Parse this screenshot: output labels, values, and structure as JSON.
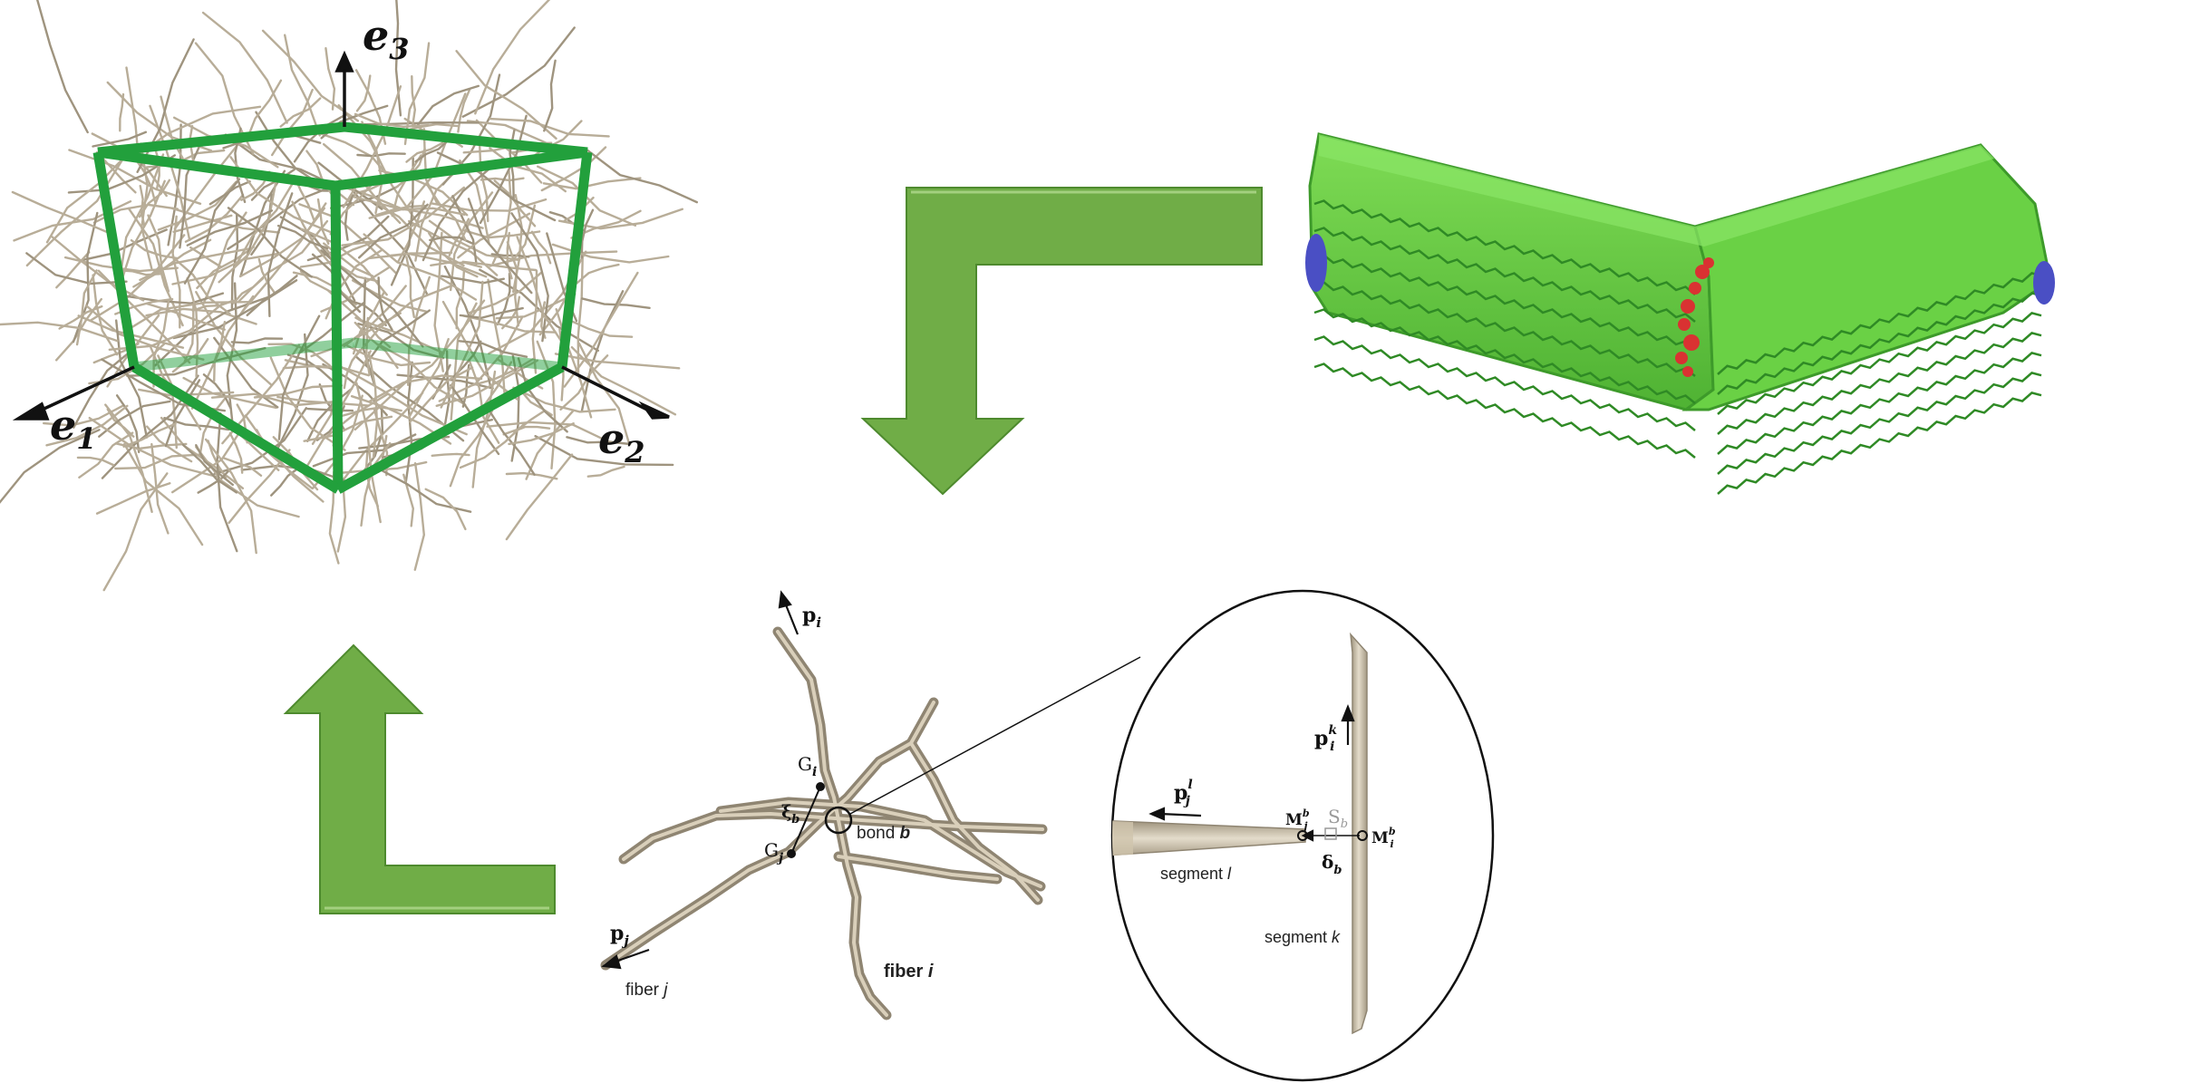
{
  "axes": {
    "e1": {
      "base": "e",
      "sub": "1"
    },
    "e2": {
      "base": "e",
      "sub": "2"
    },
    "e3": {
      "base": "e",
      "sub": "3"
    }
  },
  "bond_labels": {
    "p_i": {
      "base": "p",
      "sub": "i"
    },
    "G_i": {
      "base": "G",
      "sub": "i"
    },
    "xi_b": {
      "base": "ξ",
      "sub": "b"
    },
    "G_j": {
      "base": "G",
      "sub": "j"
    },
    "bond_b": {
      "text": "bond ",
      "em": "b"
    },
    "p_j": {
      "base": "p",
      "sub": "j"
    },
    "fiber_j": {
      "text": "fiber ",
      "em": "j"
    },
    "fiber_i": {
      "text": "fiber ",
      "em": "i"
    }
  },
  "zoom_labels": {
    "p_i_k": {
      "base": "p",
      "sub": "i",
      "sup": "k"
    },
    "p_j_l": {
      "base": "p",
      "sub": "j",
      "sup": "l"
    },
    "M_j_b": {
      "base": "M",
      "sub": "j",
      "sup": "b"
    },
    "S_b": {
      "base": "S",
      "sub": "b"
    },
    "M_i_b": {
      "base": "M",
      "sub": "i",
      "sup": "b"
    },
    "delta_b": {
      "base": "δ",
      "sub": "b"
    },
    "segment_l": {
      "text": "segment ",
      "em": "l"
    },
    "segment_k": {
      "text": "segment ",
      "em": "k"
    }
  },
  "colors": {
    "arrow_green": "#70ad47",
    "arrow_edge": "#4e8a2e",
    "box_green": "#22a03c",
    "fiber_tan": "#b8ad98",
    "fiber_dark": "#8f8572",
    "bundle_green": "#63c93f",
    "bundle_dark": "#2f8a25",
    "bundle_red": "#d93232",
    "bundle_blue": "#4a4fc4"
  }
}
